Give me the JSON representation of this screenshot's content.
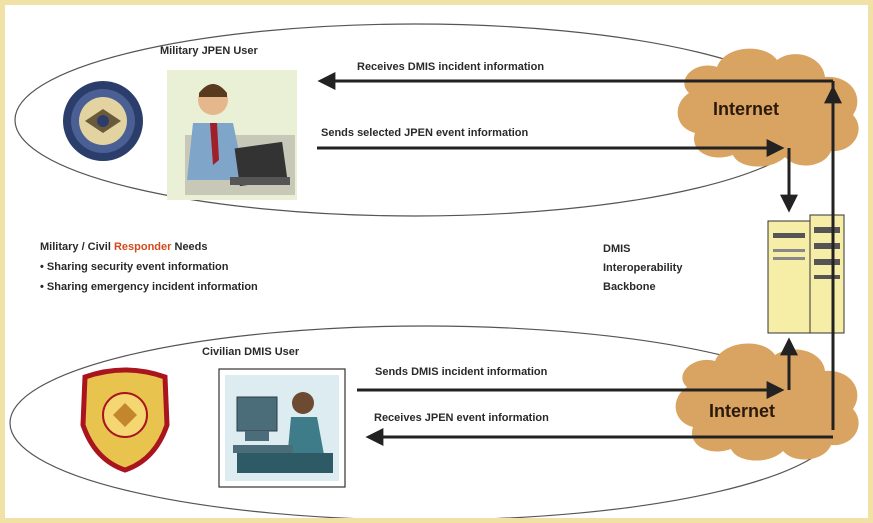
{
  "labels": {
    "military_user": "Military JPEN User",
    "civilian_user": "Civilian DMIS User",
    "receives_dmis": "Receives DMIS incident information",
    "sends_jpen": "Sends selected JPEN event information",
    "sends_dmis": "Sends DMIS incident information",
    "receives_jpen": "Receives JPEN event information",
    "internet_top": "Internet",
    "internet_bottom": "Internet",
    "dmis_line1": "DMIS",
    "dmis_line2": "Interoperability",
    "dmis_line3": "Backbone",
    "needs_prefix": "Military / Civil ",
    "needs_highlight": "Responder",
    "needs_suffix": " Needs",
    "bullet1": "• Sharing security event information",
    "bullet2": "• Sharing emergency incident information"
  },
  "colors": {
    "frame": "#f1e1a6",
    "cloud": "#d9a361",
    "accent": "#d24a1b",
    "arrow": "#222222",
    "server": "#f6eea7"
  },
  "icons": [
    "dod-seal-icon",
    "military-user-icon",
    "cloud-icon",
    "server-icon",
    "county-badge-icon",
    "civilian-user-icon"
  ]
}
